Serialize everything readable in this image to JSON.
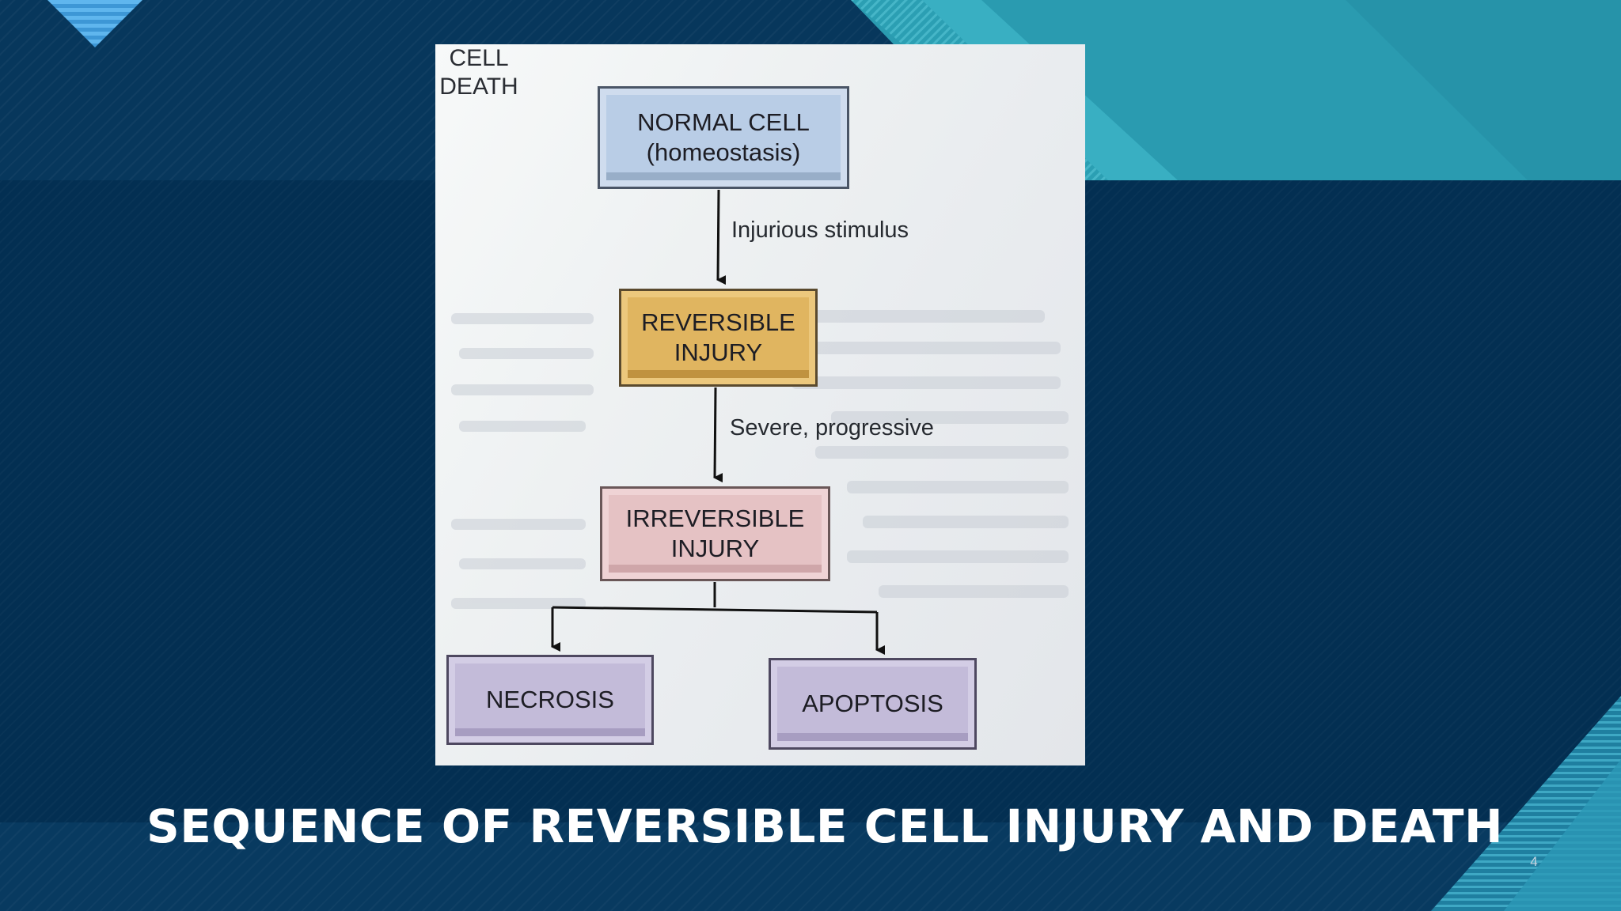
{
  "slide": {
    "title": "SEQUENCE OF REVERSIBLE CELL INJURY AND DEATH",
    "page_number": "4"
  },
  "diagram": {
    "boxes": {
      "normal_cell": "NORMAL CELL\n(homeostasis)",
      "reversible_injury": "REVERSIBLE\nINJURY",
      "irreversible_injury": "IRREVERSIBLE\nINJURY",
      "necrosis": "NECROSIS",
      "apoptosis": "APOPTOSIS"
    },
    "arrow_labels": {
      "injurious_stimulus": "Injurious stimulus",
      "severe_progressive": "Severe, progressive"
    },
    "group_label": "CELL\nDEATH"
  },
  "colors": {
    "background_navy": "#032f52",
    "accent_teal": "#2a9db1",
    "accent_light_blue": "#4aa8e0",
    "normal_cell_box": "#b9cde6",
    "reversible_box": "#e0b560",
    "irreversible_box": "#e5c2c4",
    "cell_death_boxes": "#c3bbd9"
  }
}
